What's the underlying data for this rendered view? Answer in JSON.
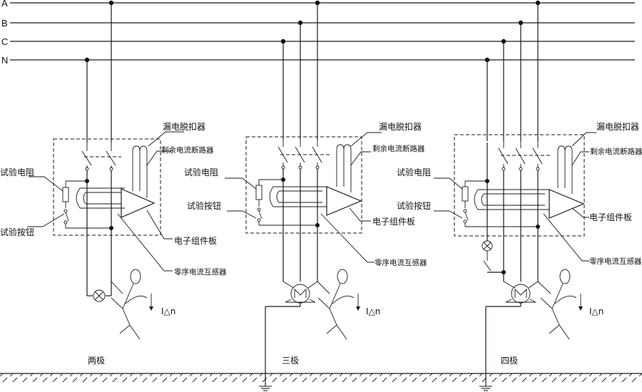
{
  "bus_labels": {
    "a": "A",
    "b": "B",
    "c": "C",
    "n": "N"
  },
  "diagram1": {
    "caption": "两极",
    "trip_label": "漏电脱扣器",
    "rcd_label": "剩余电流断路器",
    "test_resistor_label": "试验电阻",
    "test_button_label": "试验按钮",
    "electronic_board_label": "电子组件板",
    "zct_label": "零序电流互感器",
    "current_label": "I△n"
  },
  "diagram2": {
    "caption": "三极",
    "trip_label": "漏电脱扣器",
    "rcd_label": "剩余电流断路器",
    "test_resistor_label": "试验电阻",
    "test_button_label": "试验按钮",
    "electronic_board_label": "电子组件板",
    "zct_label": "零序电流互感器",
    "current_label": "I△n"
  },
  "diagram3": {
    "caption": "四极",
    "trip_label": "漏电脱扣器",
    "rcd_label": "剩余电流断路器",
    "test_resistor_label": "试验电阻",
    "test_button_label": "试验按钮",
    "electronic_board_label": "电子组件板",
    "zct_label": "零序电流互感器",
    "current_label": "I△n"
  }
}
